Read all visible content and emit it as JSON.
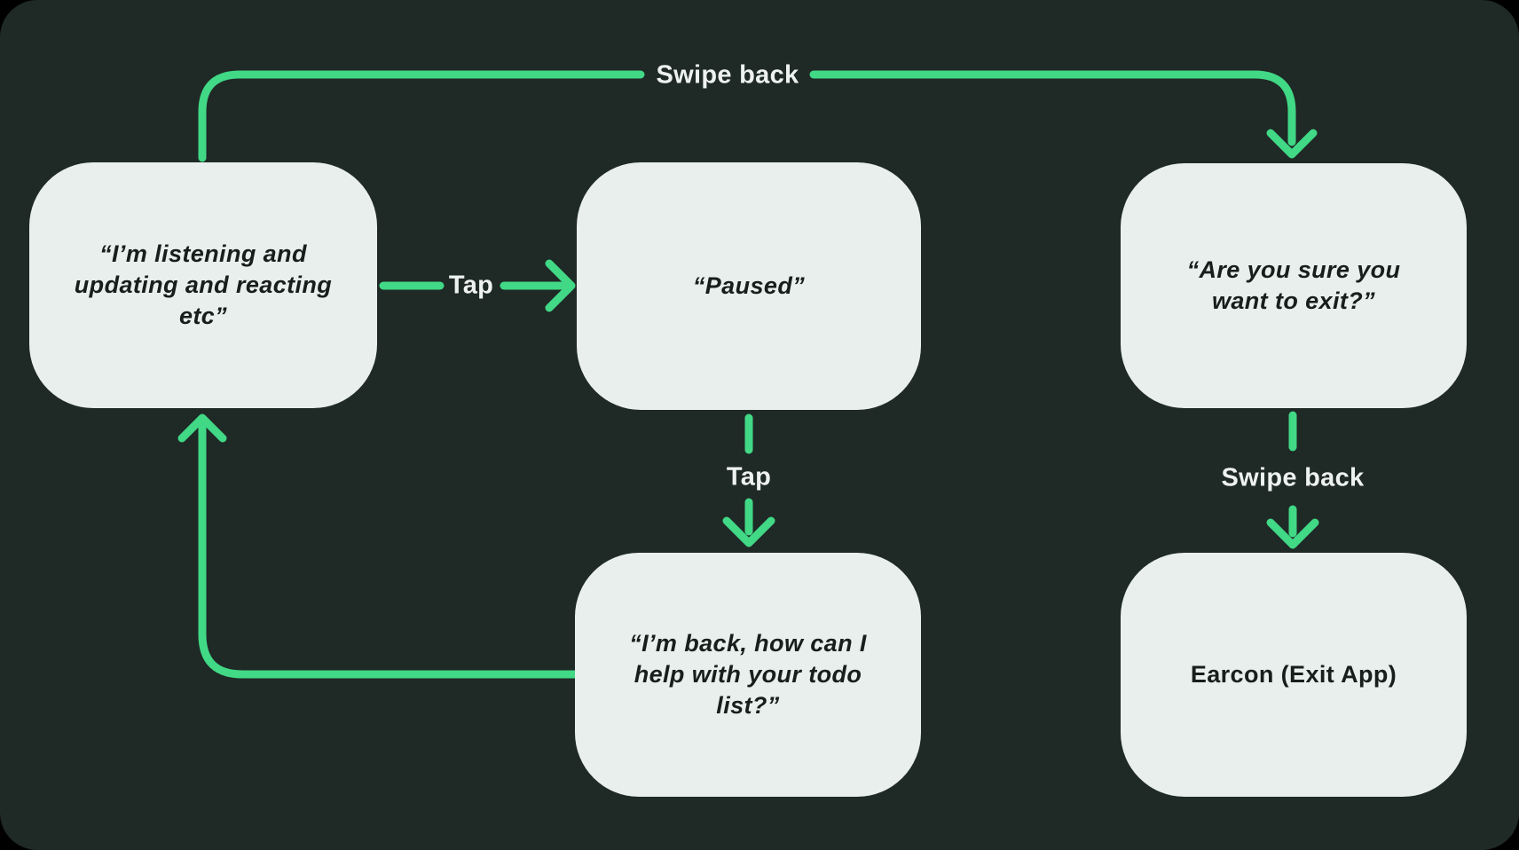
{
  "diagram": {
    "type": "flowchart",
    "colors": {
      "background": "#1f2926",
      "node_fill": "#e9efec",
      "node_text": "#191d1b",
      "arrow": "#41d886",
      "label_text": "#edf2f0"
    },
    "nodes": [
      {
        "id": "listening",
        "label": "“I’m listening and updating and reacting etc”",
        "style": "quote"
      },
      {
        "id": "paused",
        "label": "“Paused”",
        "style": "quote"
      },
      {
        "id": "exit-confirm",
        "label": "“Are you sure you want to exit?”",
        "style": "quote"
      },
      {
        "id": "back",
        "label": "“I’m back, how can I help with your todo list?”",
        "style": "quote"
      },
      {
        "id": "earcon",
        "label": "Earcon (Exit App)",
        "style": "plain"
      }
    ],
    "edges": [
      {
        "from": "listening",
        "to": "exit-confirm",
        "label": "Swipe back",
        "gesture": "swipe"
      },
      {
        "from": "listening",
        "to": "paused",
        "label": "Tap",
        "gesture": "tap"
      },
      {
        "from": "paused",
        "to": "back",
        "label": "Tap",
        "gesture": "tap"
      },
      {
        "from": "back",
        "to": "listening",
        "label": "",
        "gesture": "auto"
      },
      {
        "from": "exit-confirm",
        "to": "earcon",
        "label": "Swipe back",
        "gesture": "swipe"
      }
    ]
  }
}
